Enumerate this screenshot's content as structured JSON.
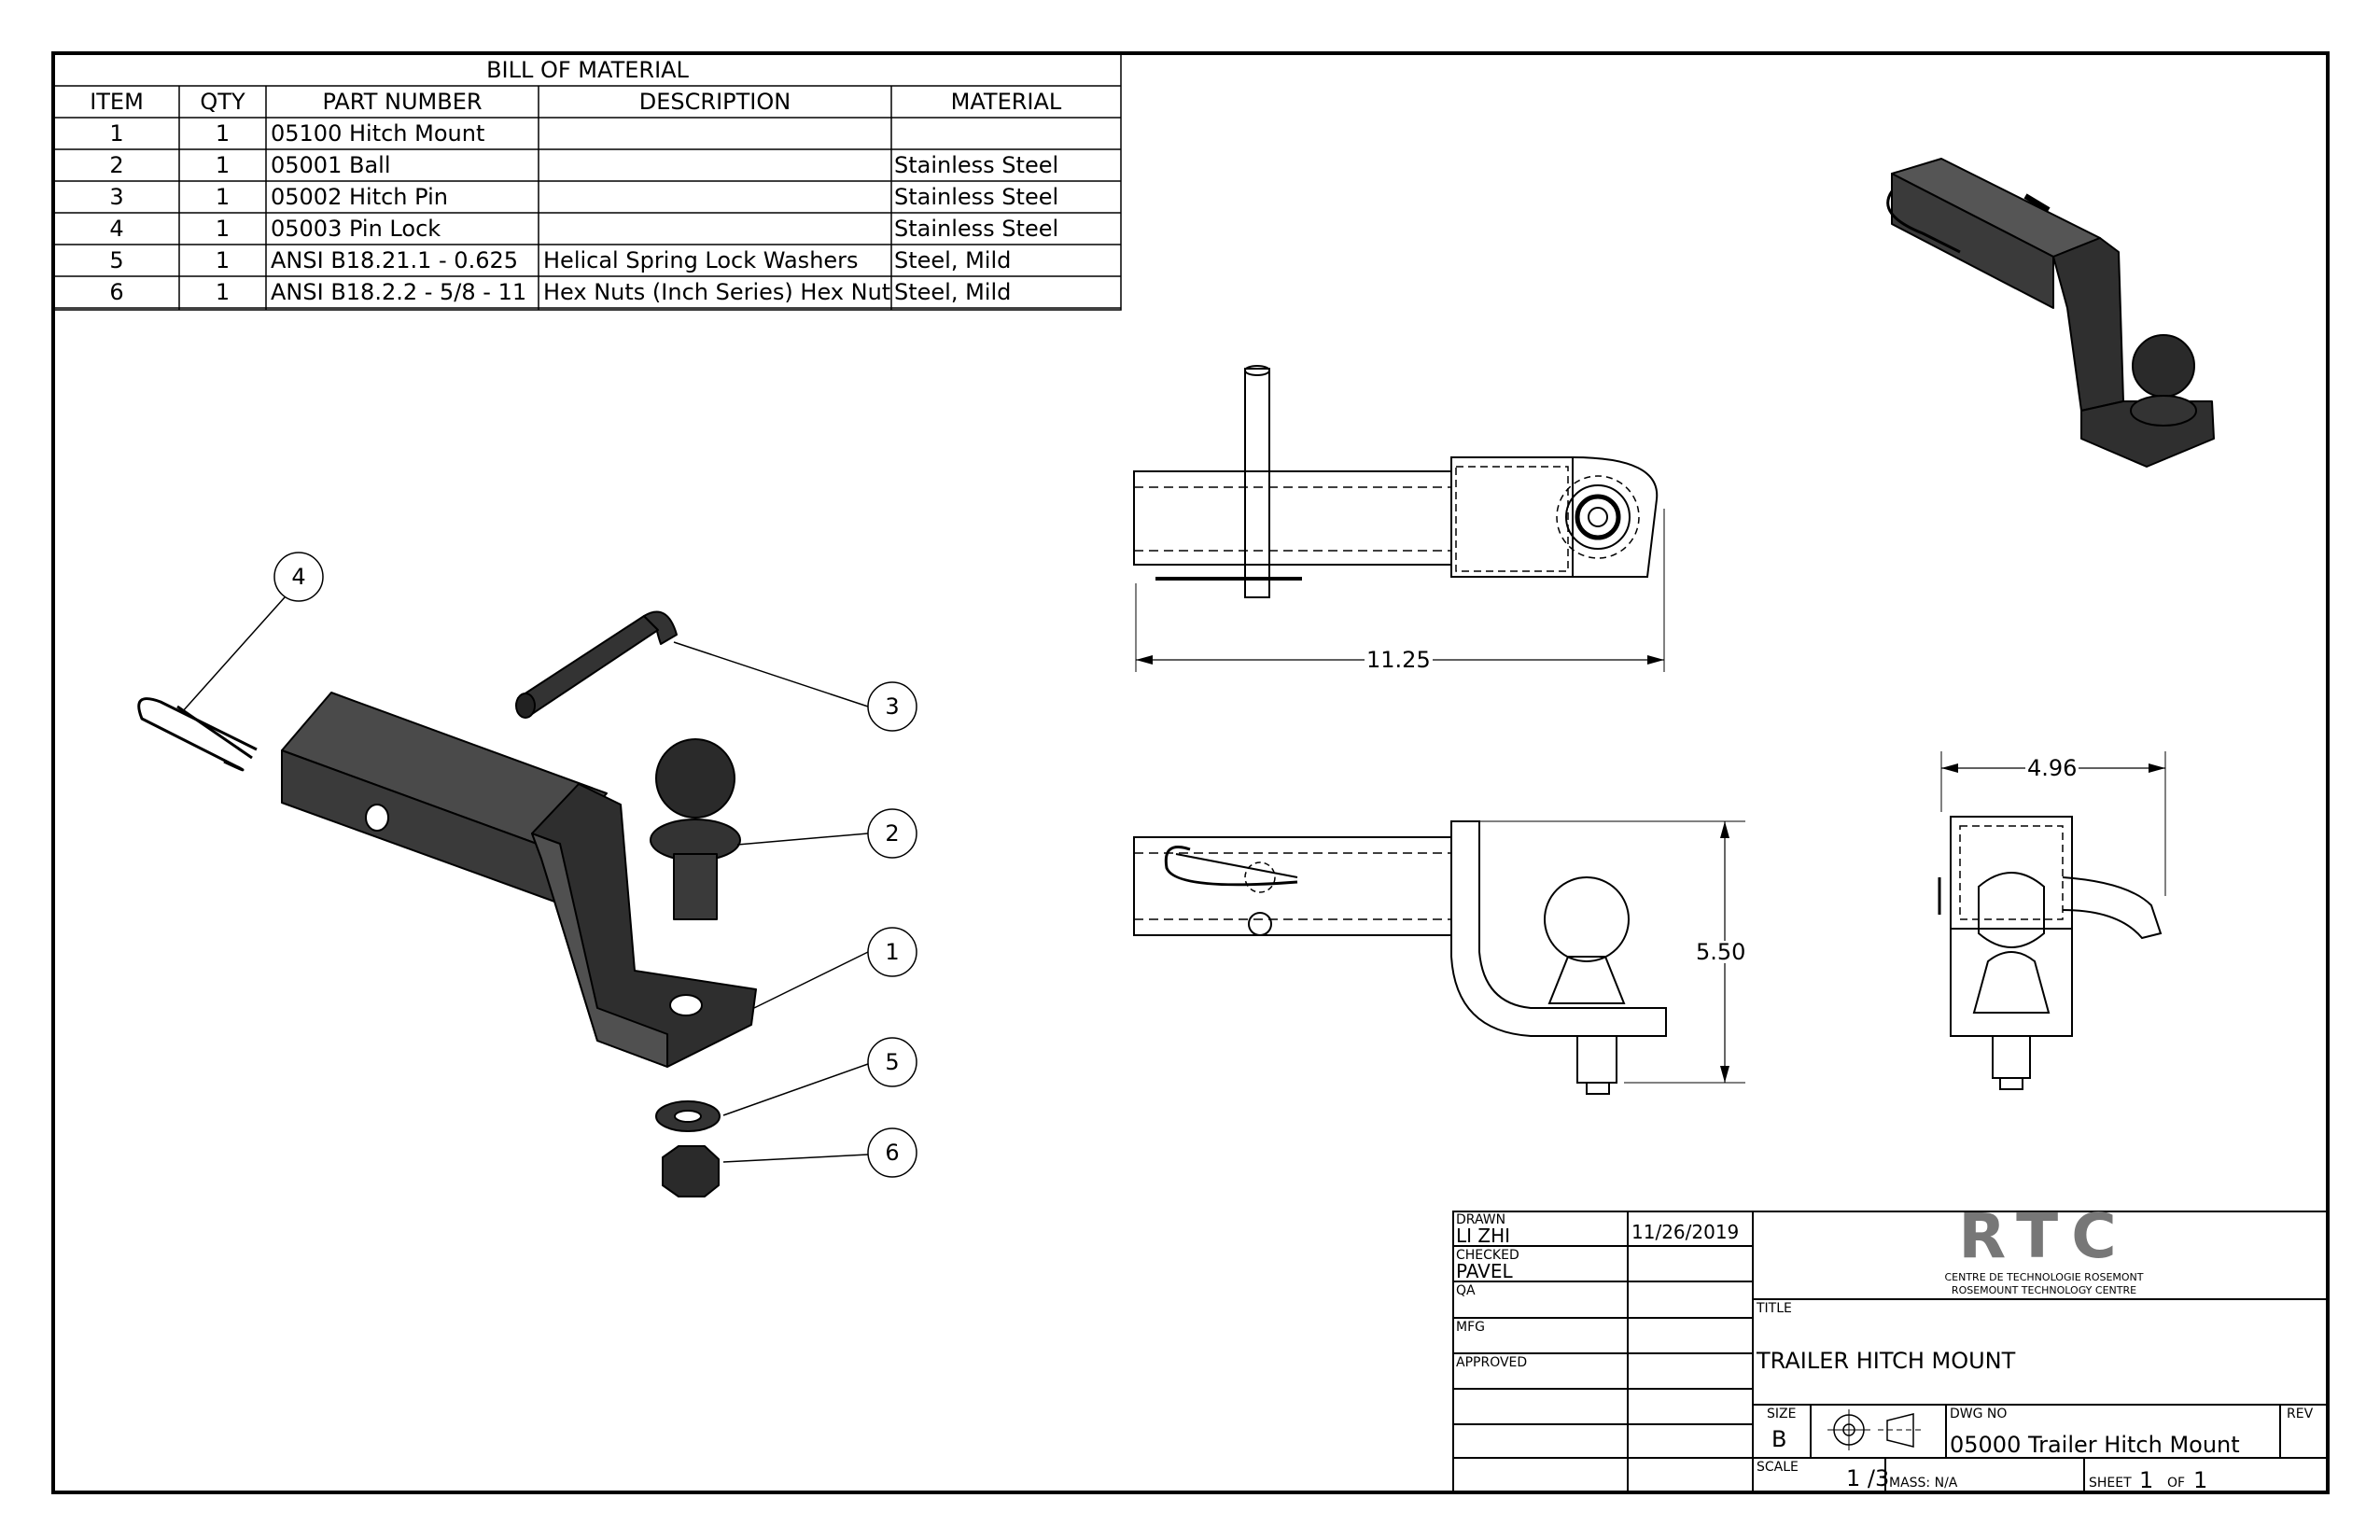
{
  "bom": {
    "title": "BILL OF MATERIAL",
    "columns": [
      "ITEM",
      "QTY",
      "PART NUMBER",
      "DESCRIPTION",
      "MATERIAL"
    ],
    "rows": [
      [
        "1",
        "1",
        "05100 Hitch Mount",
        "",
        ""
      ],
      [
        "2",
        "1",
        "05001 Ball",
        "",
        "Stainless Steel"
      ],
      [
        "3",
        "1",
        "05002 Hitch Pin",
        "",
        "Stainless Steel"
      ],
      [
        "4",
        "1",
        "05003 Pin Lock",
        "",
        "Stainless Steel"
      ],
      [
        "5",
        "1",
        "ANSI B18.21.1 - 0.625",
        "Helical Spring Lock Washers",
        "Steel, Mild"
      ],
      [
        "6",
        "1",
        "ANSI B18.2.2 - 5/8 - 11",
        "Hex Nuts (Inch Series) Hex Nut",
        "Steel, Mild"
      ]
    ]
  },
  "balloons": [
    "4",
    "3",
    "2",
    "1",
    "5",
    "6"
  ],
  "dimensions": {
    "top_length": "11.25",
    "side_height": "5.50",
    "end_width": "4.96"
  },
  "title_block": {
    "drawn_label": "DRAWN",
    "drawn_by": "LI ZHI",
    "drawn_date": "11/26/2019",
    "checked_label": "CHECKED",
    "checked_by": "PAVEL",
    "qa_label": "QA",
    "mfg_label": "MFG",
    "approved_label": "APPROVED",
    "logo_text": "RTC",
    "org_line1": "CENTRE DE TECHNOLOGIE ROSEMONT",
    "org_line2": "ROSEMOUNT TECHNOLOGY CENTRE",
    "title_label": "TITLE",
    "title": "TRAILER HITCH MOUNT",
    "size_label": "SIZE",
    "size": "B",
    "dwg_no_label": "DWG NO",
    "dwg_no": "05000 Trailer Hitch Mount",
    "rev_label": "REV",
    "scale_label": "SCALE",
    "scale": "1 /3",
    "mass": "MASS: N/A",
    "sheet_label": "SHEET",
    "sheet": "1",
    "of_label": "OF",
    "sheets": "1"
  },
  "colors": {
    "line": "#000000",
    "paper": "#ffffff",
    "part_shade": "#3a3a3a"
  }
}
